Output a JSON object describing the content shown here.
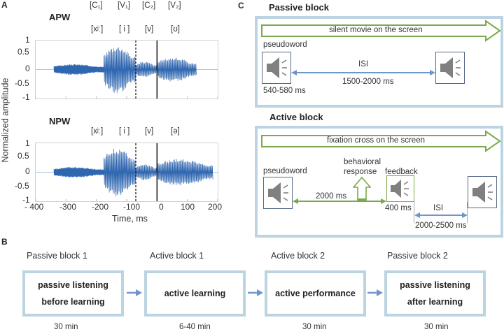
{
  "panelA": {
    "letter": "A",
    "ylabel": "Normalized amplitude",
    "xlabel": "Time, ms",
    "segments": [
      "[C₁]",
      "[V₁]",
      "[C₂]",
      "[V₂]"
    ],
    "yticks": [
      "1",
      "0.5",
      "0",
      "-0.5",
      "-1"
    ],
    "xticks": [
      "- 400",
      "-300",
      "-200",
      "-100",
      "0",
      "100",
      "200"
    ],
    "waveforms": [
      {
        "title": "APW",
        "phones": [
          "[xʲː]",
          "[ i ]",
          "[v]",
          "[ʊ]"
        ]
      },
      {
        "title": "NPW",
        "phones": [
          "[xʲː]",
          "[ i ]",
          "[v]",
          "[ə]"
        ]
      }
    ],
    "chart_data": {
      "type": "line",
      "xlabel": "Time, ms",
      "ylabel": "Normalized amplitude",
      "xlim": [
        -400,
        200
      ],
      "ylim": [
        -1,
        1
      ],
      "markers": [
        {
          "x": -70,
          "style": "dashed",
          "label": "C2 onset"
        },
        {
          "x": 0,
          "style": "solid",
          "label": "V2 onset"
        }
      ],
      "series": [
        {
          "name": "APW",
          "envelope": [
            {
              "range": [
                -340,
                -175
              ],
              "amplitude": 0.2
            },
            {
              "range": [
                -175,
                -70
              ],
              "amplitude": 0.9
            },
            {
              "range": [
                -70,
                0
              ],
              "amplitude": 0.3
            },
            {
              "range": [
                0,
                130
              ],
              "amplitude": 0.45
            }
          ]
        },
        {
          "name": "NPW",
          "envelope": [
            {
              "range": [
                -340,
                -175
              ],
              "amplitude": 0.2
            },
            {
              "range": [
                -175,
                -70
              ],
              "amplitude": 0.9
            },
            {
              "range": [
                -70,
                0
              ],
              "amplitude": 0.3
            },
            {
              "range": [
                0,
                185
              ],
              "amplitude": 0.5
            }
          ]
        }
      ]
    }
  },
  "panelB": {
    "letter": "B",
    "blocks": [
      {
        "heading": "Passive block 1",
        "lines": [
          "passive listening",
          "before learning"
        ],
        "duration": "30 min"
      },
      {
        "heading": "Active block 1",
        "lines": [
          "active learning"
        ],
        "duration": "6-40 min"
      },
      {
        "heading": "Active block 2",
        "lines": [
          "active performance"
        ],
        "duration": "30 min"
      },
      {
        "heading": "Passive block 2",
        "lines": [
          "passive listening",
          "after learning"
        ],
        "duration": "30 min"
      }
    ]
  },
  "panelC": {
    "letter": "C",
    "passive": {
      "title": "Passive block",
      "arrow_label": "silent movie on the screen",
      "stim_label": "pseudoword",
      "stim_duration": "540-580 ms",
      "isi_label": "ISI",
      "isi_duration": "1500-2000 ms"
    },
    "active": {
      "title": "Active block",
      "arrow_label": "fixation cross on the screen",
      "stim_label": "pseudoword",
      "response_label_1": "behavioral",
      "response_label_2": "response",
      "response_window": "2000 ms",
      "feedback_label": "feedback",
      "feedback_duration": "400 ms",
      "isi_label": "ISI",
      "isi_duration": "2000-2500 ms"
    }
  },
  "colors": {
    "box_border": "#bcd4e2",
    "green": "#7aaa4b",
    "blue_arrow": "#6f95c9",
    "speaker": "#7f7f7f",
    "wave_dark": "#2f66b0",
    "wave_light": "#8fb6df"
  }
}
